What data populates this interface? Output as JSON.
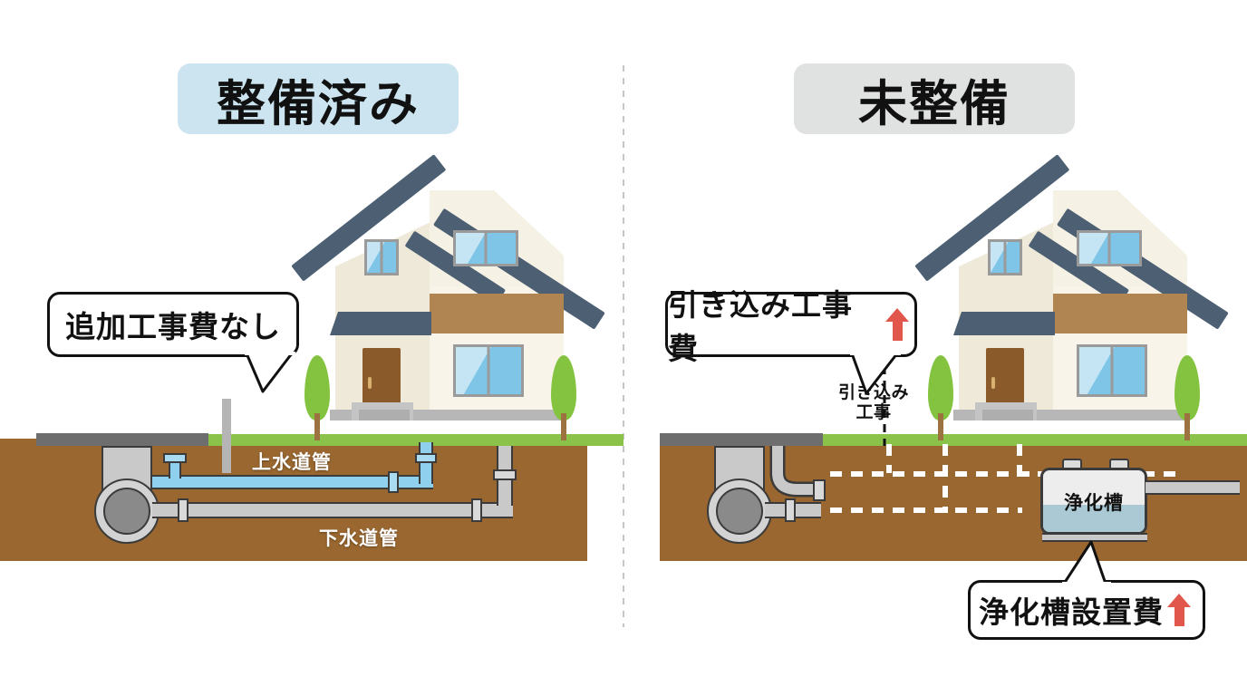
{
  "headers": {
    "left": {
      "label": "整備済み",
      "bg": "#cbe4ef"
    },
    "right": {
      "label": "未整備",
      "bg": "#e0e1e1"
    }
  },
  "colors": {
    "soil": "#99672f",
    "grass": "#8bc34a",
    "road": "#6e6e6e",
    "roof": "#4c5f73",
    "wall": "#efe9d9",
    "window": "#7ec5e8",
    "door": "#8a5a2b",
    "balcony_band": "#b08552",
    "tree": "#84c33f",
    "pipe_water": "#8fd0ee",
    "pipe_sewer": "#c9c9c9",
    "arrow_red": "#e2574c",
    "tank_water": "#aac9d4"
  },
  "left_panel": {
    "callout": {
      "text": "追加工事費なし"
    },
    "pipe_labels": {
      "water": "上水道管",
      "sewer": "下水道管"
    }
  },
  "right_panel": {
    "callout_top": {
      "text": "引き込み工事費",
      "arrow": "arrow-up-red"
    },
    "callout_bottom": {
      "text": "浄化槽設置費",
      "arrow": "arrow-up-red"
    },
    "mini_label": {
      "line1": "引き込み",
      "line2": "工事"
    },
    "septic_tank": {
      "label": "浄化槽"
    }
  }
}
